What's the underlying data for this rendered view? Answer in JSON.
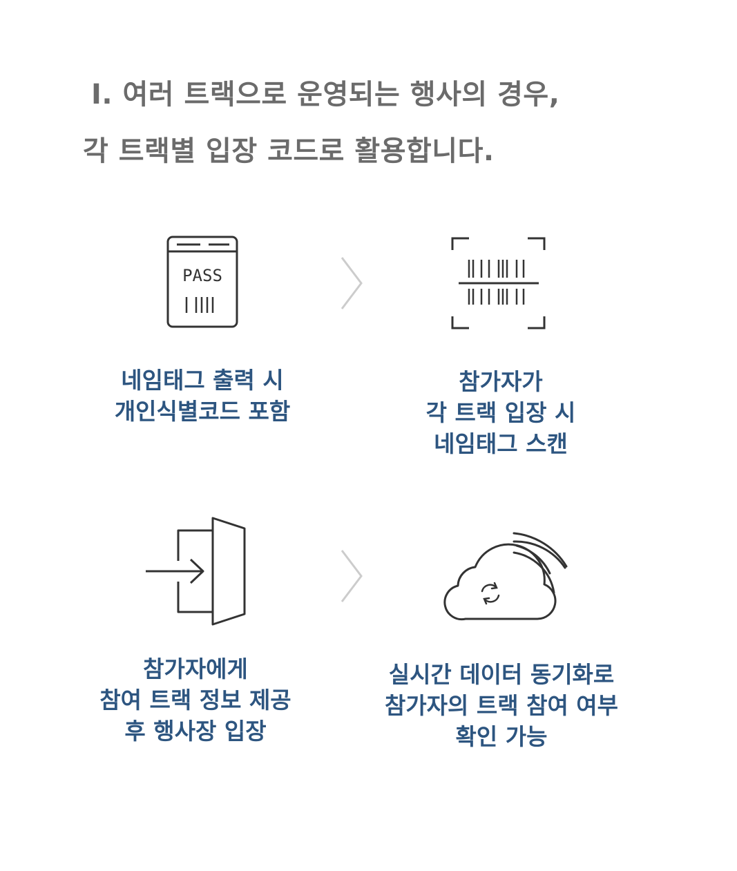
{
  "heading": {
    "line1": "Ⅰ. 여러 트랙으로 운영되는 행사의 경우,",
    "line2": "각 트랙별 입장 코드로 활용합니다."
  },
  "steps": [
    {
      "icon": "pass-badge-icon",
      "pass_text": "PASS",
      "caption": [
        "네임태그 출력 시",
        "개인식별코드 포함"
      ]
    },
    {
      "icon": "barcode-scan-icon",
      "caption": [
        "참가자가",
        "각 트랙 입장 시",
        "네임태그 스캔"
      ]
    },
    {
      "icon": "enter-door-icon",
      "caption": [
        "참가자에게",
        "참여 트랙 정보 제공",
        "후 행사장 입장"
      ]
    },
    {
      "icon": "cloud-sync-icon",
      "caption": [
        "실시간 데이터 동기화로",
        "참가자의 트랙 참여 여부",
        "확인 가능"
      ]
    }
  ],
  "colors": {
    "heading": "#6b6b6b",
    "caption": "#2d5580",
    "icon_stroke": "#333333",
    "arrow": "#cccccc"
  }
}
